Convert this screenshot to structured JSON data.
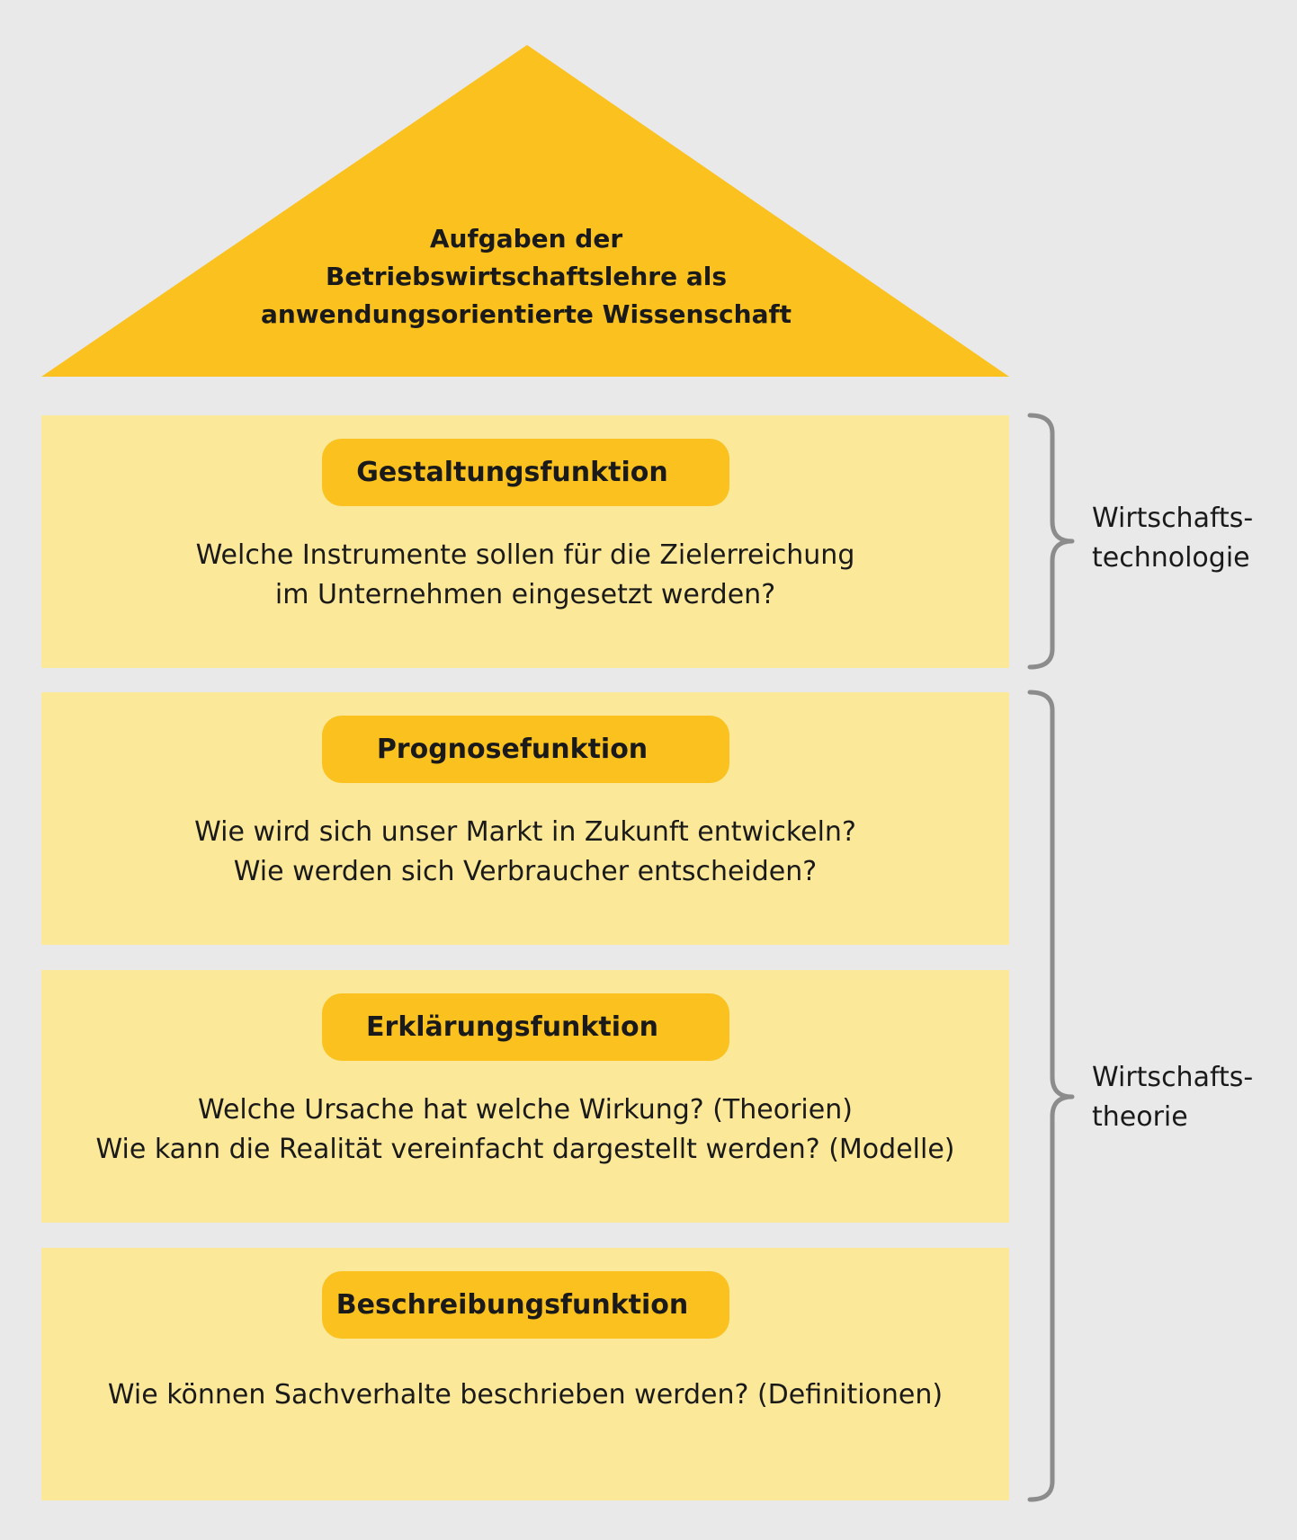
{
  "title": [
    "Aufgaben der",
    "Betriebswirtschaftslehre als",
    "anwendungsorientierte Wissenschaft"
  ],
  "floors": [
    {
      "label": "Gestaltungsfunktion",
      "lines": [
        "Welche Instrumente sollen für die Zielerreichung",
        "im Unternehmen eingesetzt werden?"
      ]
    },
    {
      "label": "Prognosefunktion",
      "lines": [
        "Wie wird sich unser Markt in Zukunft entwickeln?",
        "Wie werden sich Verbraucher entscheiden?"
      ]
    },
    {
      "label": "Erklärungsfunktion",
      "lines": [
        "Welche Ursache hat welche Wirkung? (Theorien)",
        "Wie kann die Realität vereinfacht dargestellt werden? (Modelle)"
      ]
    },
    {
      "label": "Beschreibungsfunktion",
      "lines": [
        "Wie können Sachverhalte beschrieben werden? (Definitionen)"
      ]
    }
  ],
  "groups": [
    {
      "lines": [
        "Wirtschafts-",
        "technologie"
      ]
    },
    {
      "lines": [
        "Wirtschafts-",
        "theorie"
      ]
    }
  ],
  "colors": {
    "background": "#e9e9e9",
    "roof": "#fac11f",
    "pill": "#fac11f",
    "floor": "#fce899",
    "bracket": "#8c8c8c"
  }
}
